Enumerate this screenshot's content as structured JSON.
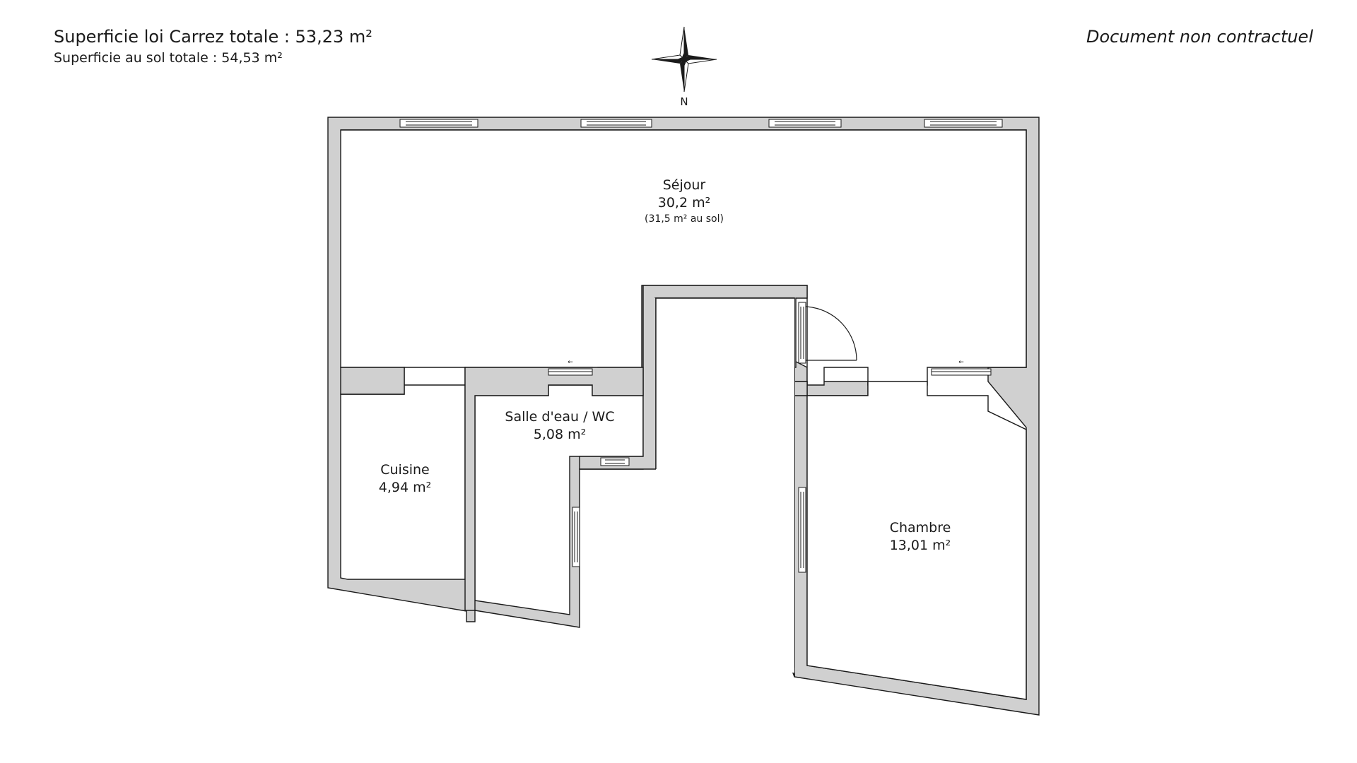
{
  "header": {
    "carrez_total": "Superficie loi Carrez totale :  53,23 m²",
    "sol_total": "Superficie au sol totale :  54,53 m²",
    "disclaimer": "Document non contractuel"
  },
  "compass": {
    "label": "N",
    "icon": "compass-rose-icon"
  },
  "rooms": [
    {
      "name": "Séjour",
      "area": "30,2 m²",
      "note": "(31,5 m² au sol)"
    },
    {
      "name": "Salle d'eau / WC",
      "area": "5,08 m²"
    },
    {
      "name": "Cuisine",
      "area": "4,94 m²"
    },
    {
      "name": "Chambre",
      "area": "13,01 m²"
    }
  ],
  "colors": {
    "wall": "#d0d0d0",
    "stroke": "#1a1a1a",
    "background": "#ffffff"
  }
}
